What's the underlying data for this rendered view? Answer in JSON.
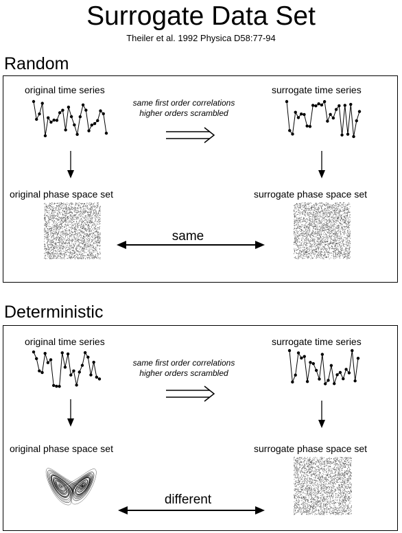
{
  "title": "Surrogate Data Set",
  "citation": "Theiler et al.  1992  Physica D58:77-94",
  "sections": [
    {
      "label": "Random",
      "original_series_label": "original time series",
      "surrogate_series_label": "surrogate time series",
      "note_line1": "same first order correlations",
      "note_line2": "higher orders scrambled",
      "original_phase_label": "original phase space set",
      "surrogate_phase_label": "surrogate phase space set",
      "comparison": "same"
    },
    {
      "label": "Deterministic",
      "original_series_label": "original time series",
      "surrogate_series_label": "surrogate time series",
      "note_line1": "same first order correlations",
      "note_line2": "higher orders scrambled",
      "original_phase_label": "original phase space set",
      "surrogate_phase_label": "surrogate phase space set",
      "comparison": "different"
    }
  ]
}
